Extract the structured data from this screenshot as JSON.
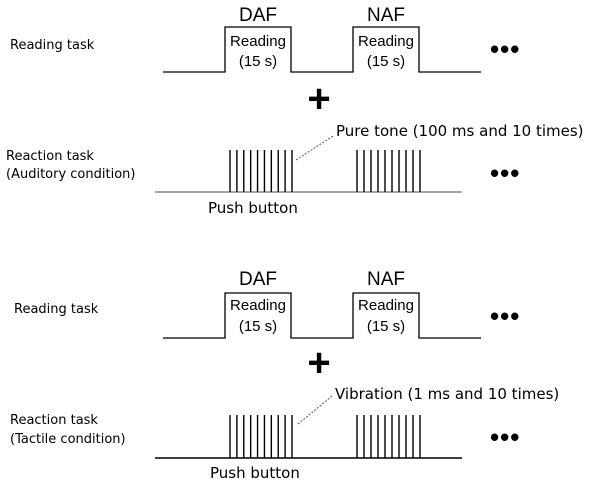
{
  "panels": [
    {
      "reading_label": "Reading task",
      "blocks": [
        {
          "header": "DAF",
          "line1": "Reading",
          "line2": "(15 s)"
        },
        {
          "header": "NAF",
          "line1": "Reading",
          "line2": "(15 s)"
        }
      ],
      "plus": "+",
      "reaction_label_1": "Reaction task",
      "reaction_label_2": "(Auditory condition)",
      "stimulus_note": "Pure tone (100 ms and 10 times)",
      "push_button": "Push button",
      "stimulus_count": 10,
      "ellipsis": "•••"
    },
    {
      "reading_label": "Reading task",
      "blocks": [
        {
          "header": "DAF",
          "line1": "Reading",
          "line2": "(15 s)"
        },
        {
          "header": "NAF",
          "line1": "Reading",
          "line2": "(15 s)"
        }
      ],
      "plus": "+",
      "reaction_label_1": "Reaction task",
      "reaction_label_2": "(Tactile condition)",
      "stimulus_note": "Vibration (1 ms and 10 times)",
      "push_button": "Push button",
      "stimulus_count": 10,
      "ellipsis": "•••"
    }
  ],
  "colors": {
    "waveform": "#000000",
    "auditory_baseline": "#888888",
    "tactile_baseline": "#000000",
    "pointer_line": "#555555"
  }
}
